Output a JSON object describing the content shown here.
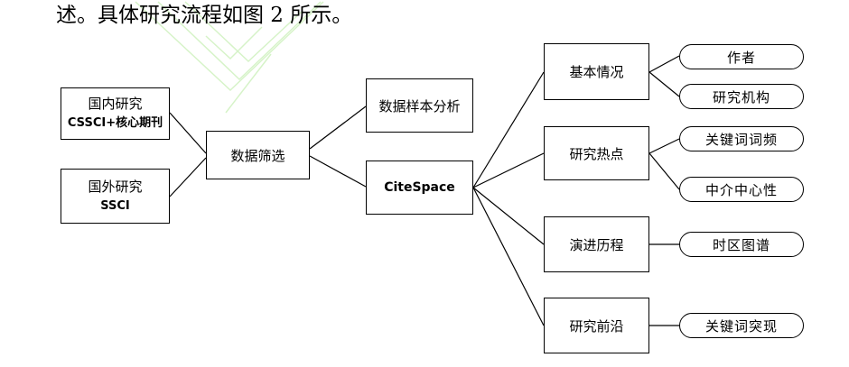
{
  "caption": "述。具体研究流程如图 2 所示。",
  "sources": {
    "domestic_title": "国内研究",
    "domestic_sub": "CSSCI+核心期刊",
    "foreign_title": "国外研究",
    "foreign_sub": "SSCI"
  },
  "filter": "数据筛选",
  "sample_analysis": "数据样本分析",
  "citespace": "CiteSpace",
  "topics": {
    "basic": "基本情况",
    "hotspot": "研究热点",
    "evolution": "演进历程",
    "frontier": "研究前沿"
  },
  "details": {
    "author": "作者",
    "institution": "研究机构",
    "keyword_freq": "关键词词频",
    "centrality": "中介中心性",
    "timezone": "时区图谱",
    "keyword_burst": "关键词突现"
  }
}
